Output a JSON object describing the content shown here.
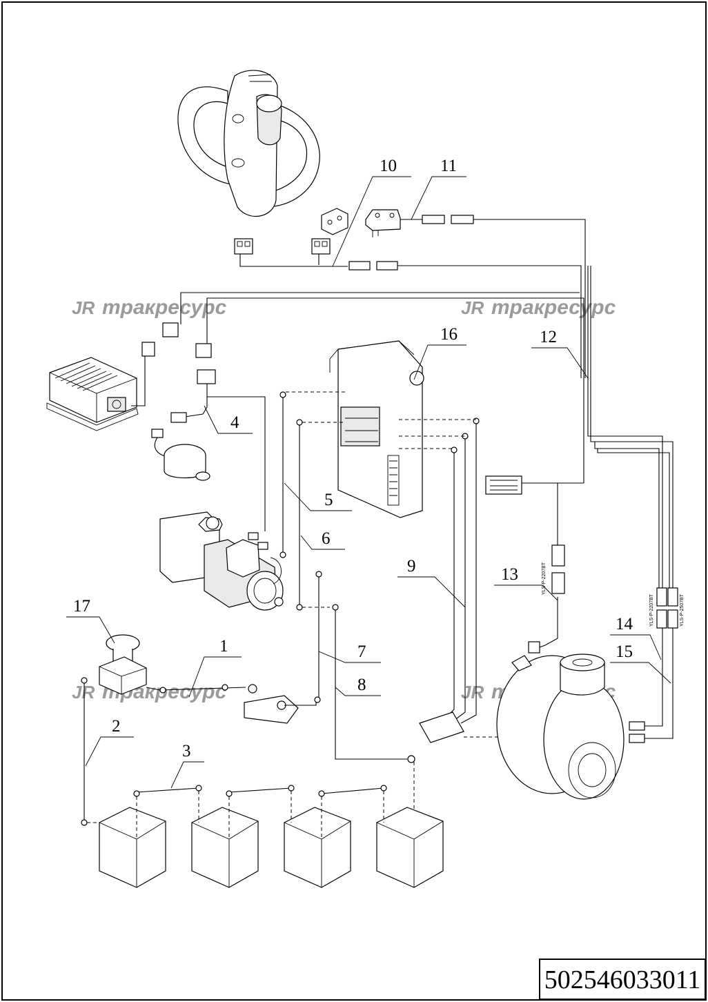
{
  "drawing": {
    "part_number": "502546033011",
    "watermark_logo": "JR",
    "watermark_text": "тракресурс",
    "callouts": [
      {
        "id": "c1",
        "label": "1"
      },
      {
        "id": "c2",
        "label": "2"
      },
      {
        "id": "c3",
        "label": "3"
      },
      {
        "id": "c4",
        "label": "4"
      },
      {
        "id": "c5",
        "label": "5"
      },
      {
        "id": "c6",
        "label": "6"
      },
      {
        "id": "c7",
        "label": "7"
      },
      {
        "id": "c8",
        "label": "8"
      },
      {
        "id": "c9",
        "label": "9"
      },
      {
        "id": "c10",
        "label": "10"
      },
      {
        "id": "c11",
        "label": "11"
      },
      {
        "id": "c12",
        "label": "12"
      },
      {
        "id": "c13",
        "label": "13"
      },
      {
        "id": "c14",
        "label": "14"
      },
      {
        "id": "c15",
        "label": "15"
      },
      {
        "id": "c16",
        "label": "16"
      },
      {
        "id": "c17",
        "label": "17"
      }
    ],
    "connector_labels": {
      "c13": "YLS-P-2207BT",
      "c14": "YLS-P-2207BT",
      "c15": "YLS-P-2507BT"
    }
  },
  "colors": {
    "line": "#000000",
    "watermark": "#9a9a9a",
    "background": "#ffffff"
  }
}
